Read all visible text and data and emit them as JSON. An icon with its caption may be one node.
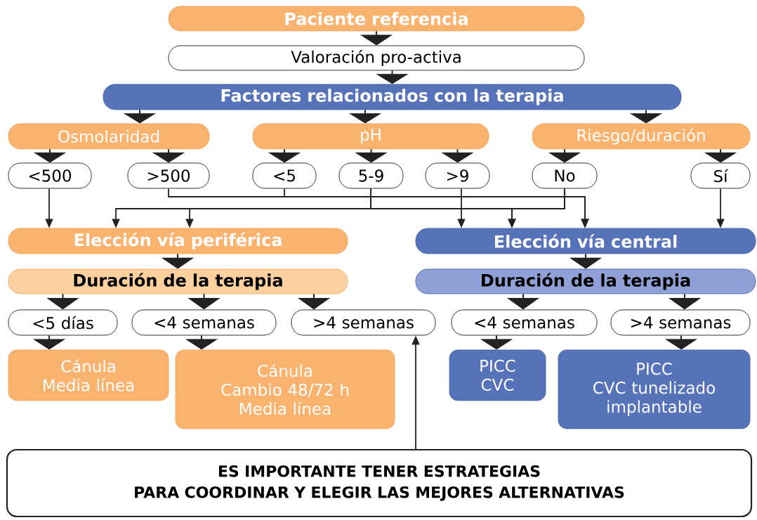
{
  "diagram": {
    "nodes": [
      {
        "text": [
          "Paciente referencia"
        ]
      },
      {
        "text": [
          "Valoración pro-activa"
        ]
      },
      {
        "text": [
          "Factores relacionados con la terapia"
        ]
      },
      {
        "text": [
          "Osmolaridad"
        ]
      },
      {
        "text": [
          "pH"
        ]
      },
      {
        "text": [
          "Riesgo/duración"
        ]
      },
      {
        "text": [
          "<500"
        ]
      },
      {
        "text": [
          ">500"
        ]
      },
      {
        "text": [
          "<5"
        ]
      },
      {
        "text": [
          "5-9"
        ]
      },
      {
        "text": [
          ">9"
        ]
      },
      {
        "text": [
          "No"
        ]
      },
      {
        "text": [
          "Sí"
        ]
      },
      {
        "text": [
          "Elección vía periférica"
        ]
      },
      {
        "text": [
          "Elección vía central"
        ]
      },
      {
        "text": [
          "Duración de la terapia"
        ]
      },
      {
        "text": [
          "Duración de la terapia"
        ]
      },
      {
        "text": [
          "<5 días"
        ]
      },
      {
        "text": [
          "<4 semanas"
        ]
      },
      {
        "text": [
          ">4 semanas"
        ]
      },
      {
        "text": [
          "<4 semanas"
        ]
      },
      {
        "text": [
          ">4 semanas"
        ]
      },
      {
        "text": [
          "Cánula",
          "Media línea"
        ]
      },
      {
        "text": [
          "Cánula",
          "Cambio 48/72 h",
          "Media línea"
        ]
      },
      {
        "text": [
          "PICC",
          "CVC"
        ]
      },
      {
        "text": [
          "PICC",
          "CVC tunelizado",
          "implantable"
        ]
      },
      {
        "text": [
          "ES IMPORTANTE TENER ESTRATEGIAS PARA COORDINAR Y ELEGIR LAS MEJORES ALTERNATIVAS"
        ]
      }
    ],
    "edges": [
      {
        "from": 0,
        "to": 1,
        "arrow": "to"
      },
      {
        "from": 1,
        "to": 2,
        "arrow": "to"
      },
      {
        "from": 2,
        "to": 3,
        "arrow": "to"
      },
      {
        "from": 2,
        "to": 4,
        "arrow": "to"
      },
      {
        "from": 2,
        "to": 5,
        "arrow": "to"
      },
      {
        "from": 3,
        "to": 6,
        "arrow": "to"
      },
      {
        "from": 3,
        "to": 7,
        "arrow": "to"
      },
      {
        "from": 4,
        "to": 8,
        "arrow": "to"
      },
      {
        "from": 4,
        "to": 9,
        "arrow": "to"
      },
      {
        "from": 4,
        "to": 10,
        "arrow": "to"
      },
      {
        "from": 5,
        "to": 11,
        "arrow": "to"
      },
      {
        "from": 5,
        "to": 12,
        "arrow": "to"
      },
      {
        "from": 6,
        "to": 13,
        "arrow": "to"
      },
      {
        "from": 7,
        "to": 14,
        "arrow": "to"
      },
      {
        "from": 8,
        "to": 14,
        "arrow": "to"
      },
      {
        "from": 9,
        "to": 13,
        "arrow": "to"
      },
      {
        "from": 9,
        "to": 14,
        "arrow": "to"
      },
      {
        "from": 10,
        "to": 14,
        "arrow": "to"
      },
      {
        "from": 11,
        "to": 13,
        "arrow": "to"
      },
      {
        "from": 11,
        "to": 14,
        "arrow": "to"
      },
      {
        "from": 12,
        "to": 14,
        "arrow": "to"
      },
      {
        "from": 13,
        "to": 15,
        "arrow": "to"
      },
      {
        "from": 14,
        "to": 16,
        "arrow": "to"
      },
      {
        "from": 15,
        "to": 17,
        "arrow": "to"
      },
      {
        "from": 15,
        "to": 18,
        "arrow": "to"
      },
      {
        "from": 15,
        "to": 19,
        "arrow": "to"
      },
      {
        "from": 16,
        "to": 20,
        "arrow": "to"
      },
      {
        "from": 16,
        "to": 21,
        "arrow": "to"
      },
      {
        "from": 17,
        "to": 22,
        "arrow": "to"
      },
      {
        "from": 18,
        "to": 23,
        "arrow": "to"
      },
      {
        "from": 20,
        "to": 24,
        "arrow": "to"
      },
      {
        "from": 21,
        "to": 25,
        "arrow": "to"
      },
      {
        "from": 26,
        "to": 19,
        "arrow": "to"
      }
    ]
  }
}
